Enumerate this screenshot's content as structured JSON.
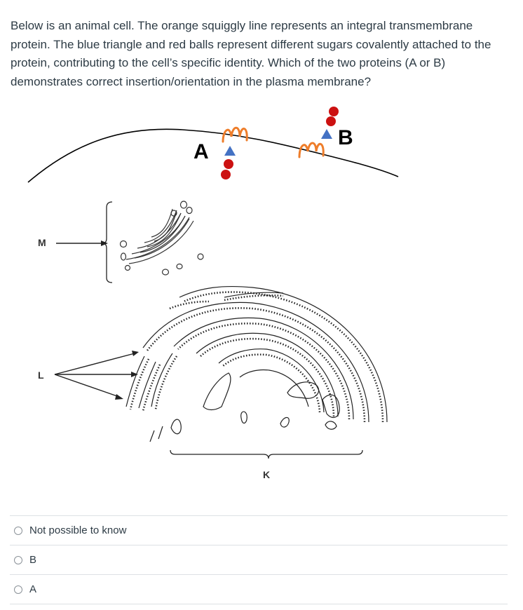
{
  "question": {
    "text": "Below is an animal cell. The orange squiggly line represents an integral transmembrane protein. The blue triangle and red balls represent different sugars covalently attached to the protein, contributing to the cell’s specific identity. Which of the two proteins (A or B) demonstrates correct insertion/orientation in the plasma membrane?"
  },
  "figure": {
    "protein_a_label": "A",
    "protein_b_label": "B",
    "label_m": "M",
    "label_l": "L",
    "label_k": "K",
    "colors": {
      "protein": "#ee7d2a",
      "sugar_triangle": "#4472c4",
      "sugar_ball": "#cc1111",
      "line": "#000000"
    }
  },
  "answers": [
    {
      "label": "Not possible to know"
    },
    {
      "label": "B"
    },
    {
      "label": "A"
    }
  ]
}
